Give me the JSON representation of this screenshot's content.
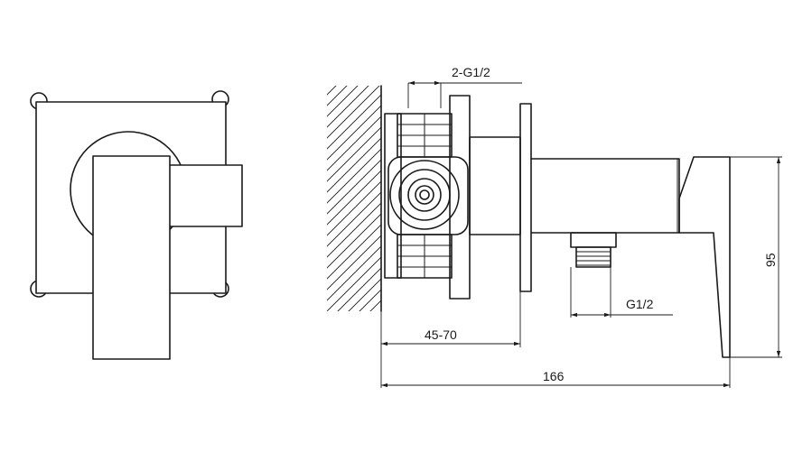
{
  "dimensions": {
    "inlet_thread": "2-G1/2",
    "outlet_thread": "G1/2",
    "wall_depth": "45-70",
    "overall_length": "166",
    "height": "95"
  }
}
